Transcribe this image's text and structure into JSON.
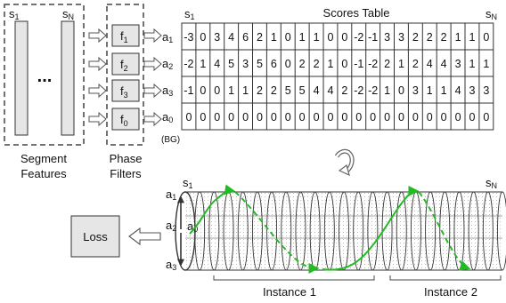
{
  "segment_features": {
    "first_label": "s",
    "first_sub": "1",
    "last_label": "s",
    "last_sub": "N",
    "dots": "...",
    "caption_line1": "Segment",
    "caption_line2": "Features"
  },
  "phase_filters": {
    "items": [
      {
        "main": "f",
        "sub": "1"
      },
      {
        "main": "f",
        "sub": "2"
      },
      {
        "main": "f",
        "sub": "3"
      },
      {
        "main": "f",
        "sub": "0"
      }
    ],
    "caption_line1": "Phase",
    "caption_line2": "Filters"
  },
  "scores_table": {
    "title": "Scores Table",
    "s_first": "s",
    "s_first_sub": "1",
    "s_last": "s",
    "s_last_sub": "N",
    "rows": [
      {
        "label": "a",
        "sub": "1",
        "values": [
          "-3",
          "0",
          "3",
          "4",
          "6",
          "2",
          "1",
          "0",
          "1",
          "1",
          "0",
          "0",
          "-2",
          "-1",
          "3",
          "3",
          "2",
          "2",
          "2",
          "1",
          "1",
          "0"
        ]
      },
      {
        "label": "a",
        "sub": "2",
        "values": [
          "-2",
          "1",
          "4",
          "5",
          "3",
          "5",
          "6",
          "0",
          "2",
          "2",
          "1",
          "0",
          "-1",
          "-2",
          "2",
          "1",
          "2",
          "4",
          "4",
          "3",
          "1",
          "1"
        ]
      },
      {
        "label": "a",
        "sub": "3",
        "values": [
          "-1",
          "0",
          "0",
          "1",
          "1",
          "2",
          "2",
          "5",
          "5",
          "4",
          "4",
          "2",
          "-2",
          "-2",
          "1",
          "0",
          "3",
          "1",
          "1",
          "4",
          "3",
          "3"
        ]
      },
      {
        "label": "a",
        "sub": "0",
        "values": [
          "0",
          "0",
          "0",
          "0",
          "0",
          "0",
          "0",
          "0",
          "0",
          "0",
          "0",
          "0",
          "0",
          "0",
          "0",
          "0",
          "0",
          "0",
          "0",
          "0",
          "0",
          "0"
        ]
      }
    ],
    "bg_note": "(BG)"
  },
  "cylinder": {
    "s_first": "s",
    "s_first_sub": "1",
    "s_last": "s",
    "s_last_sub": "N",
    "labels": [
      {
        "main": "a",
        "sub": "1"
      },
      {
        "main": "a",
        "sub": "2"
      },
      {
        "main": "a",
        "sub": "0"
      },
      {
        "main": "a",
        "sub": "3"
      }
    ],
    "instance1": "Instance 1",
    "instance2": "Instance 2"
  },
  "loss": {
    "label": "Loss"
  },
  "colors": {
    "green": "#22bb22",
    "box_fill": "#e6e6e6",
    "stroke": "#333333"
  }
}
